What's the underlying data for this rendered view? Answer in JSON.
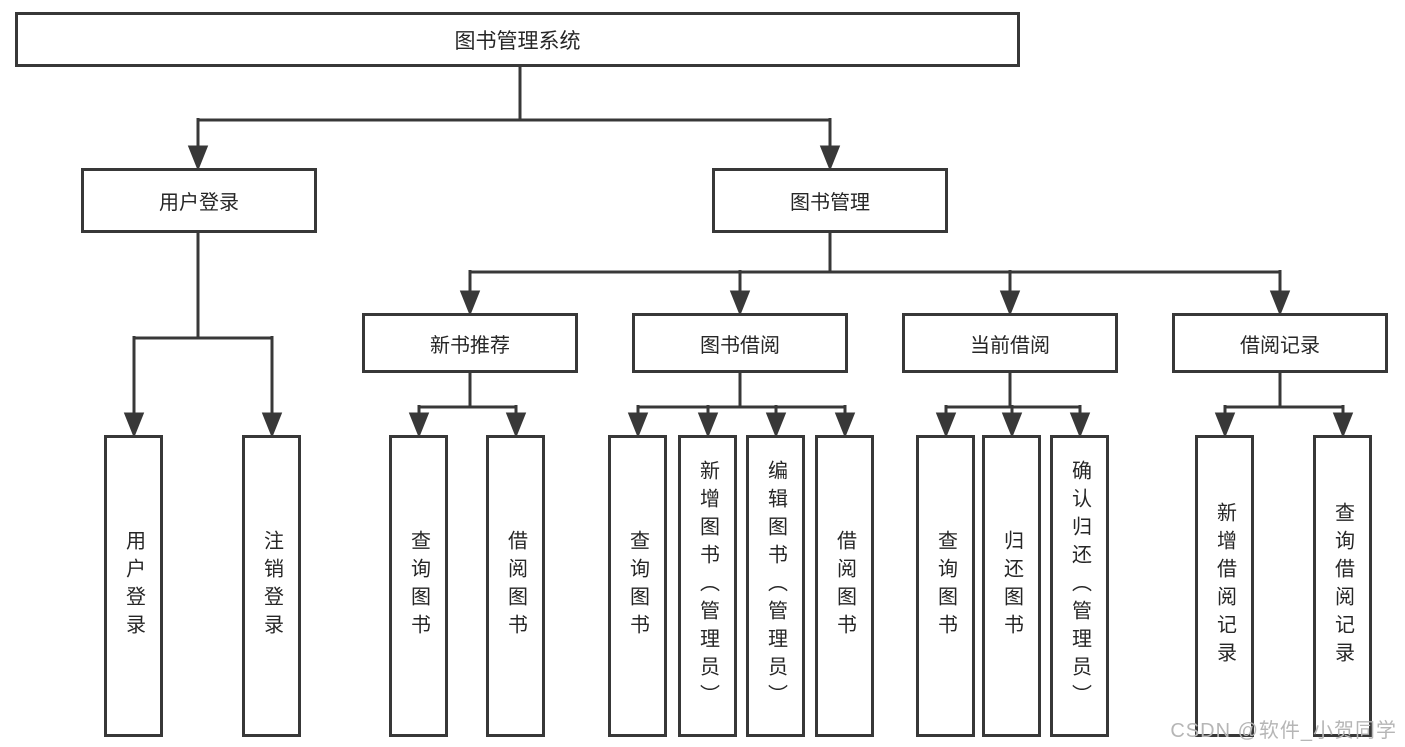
{
  "colors": {
    "border": "#383838",
    "line": "#383838",
    "text": "#262626",
    "background": "#ffffff",
    "watermark": "#b6b6b6"
  },
  "watermark": {
    "text": "CSDN @软件_小贺同学"
  },
  "diagram": {
    "type": "tree",
    "root": {
      "label": "图书管理系统"
    },
    "branches": [
      {
        "label": "用户登录",
        "children": [
          {
            "label": "用户登录"
          },
          {
            "label": "注销登录"
          }
        ]
      },
      {
        "label": "图书管理",
        "children": [
          {
            "label": "新书推荐",
            "children": [
              {
                "label": "查询图书"
              },
              {
                "label": "借阅图书"
              }
            ]
          },
          {
            "label": "图书借阅",
            "children": [
              {
                "label": "查询图书"
              },
              {
                "label": "新增图书（管理员）"
              },
              {
                "label": "编辑图书（管理员）"
              },
              {
                "label": "借阅图书"
              }
            ]
          },
          {
            "label": "当前借阅",
            "children": [
              {
                "label": "查询图书"
              },
              {
                "label": "归还图书"
              },
              {
                "label": "确认归还（管理员）"
              }
            ]
          },
          {
            "label": "借阅记录",
            "children": [
              {
                "label": "新增借阅记录"
              },
              {
                "label": "查询借阅记录"
              }
            ]
          }
        ]
      }
    ]
  }
}
